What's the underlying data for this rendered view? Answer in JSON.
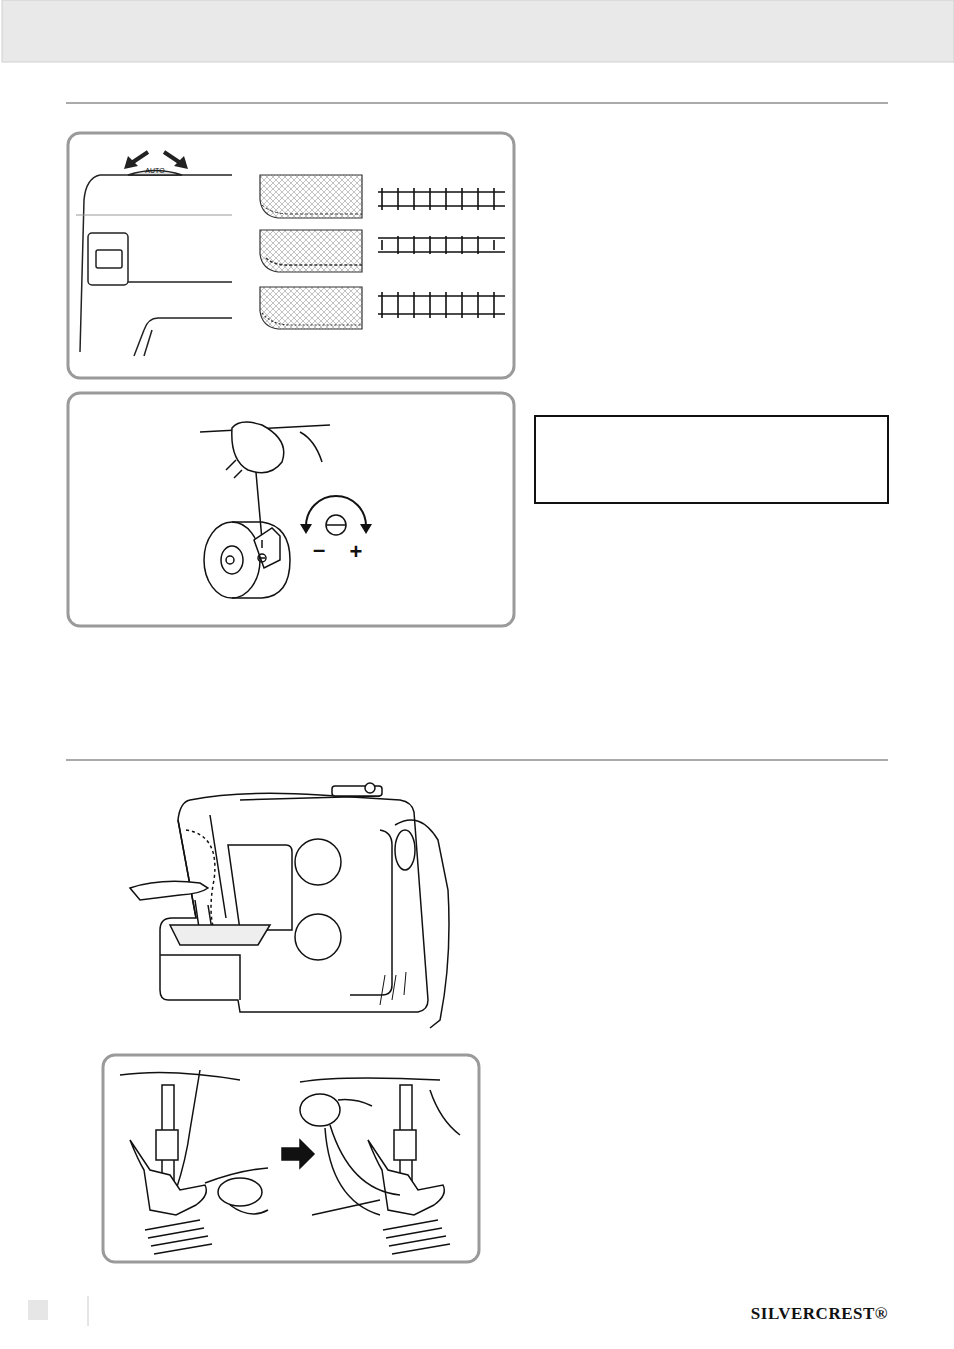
{
  "diagram": {
    "labels": [
      "AUTO",
      "–",
      "+",
      "SILVERCREST®"
    ]
  }
}
